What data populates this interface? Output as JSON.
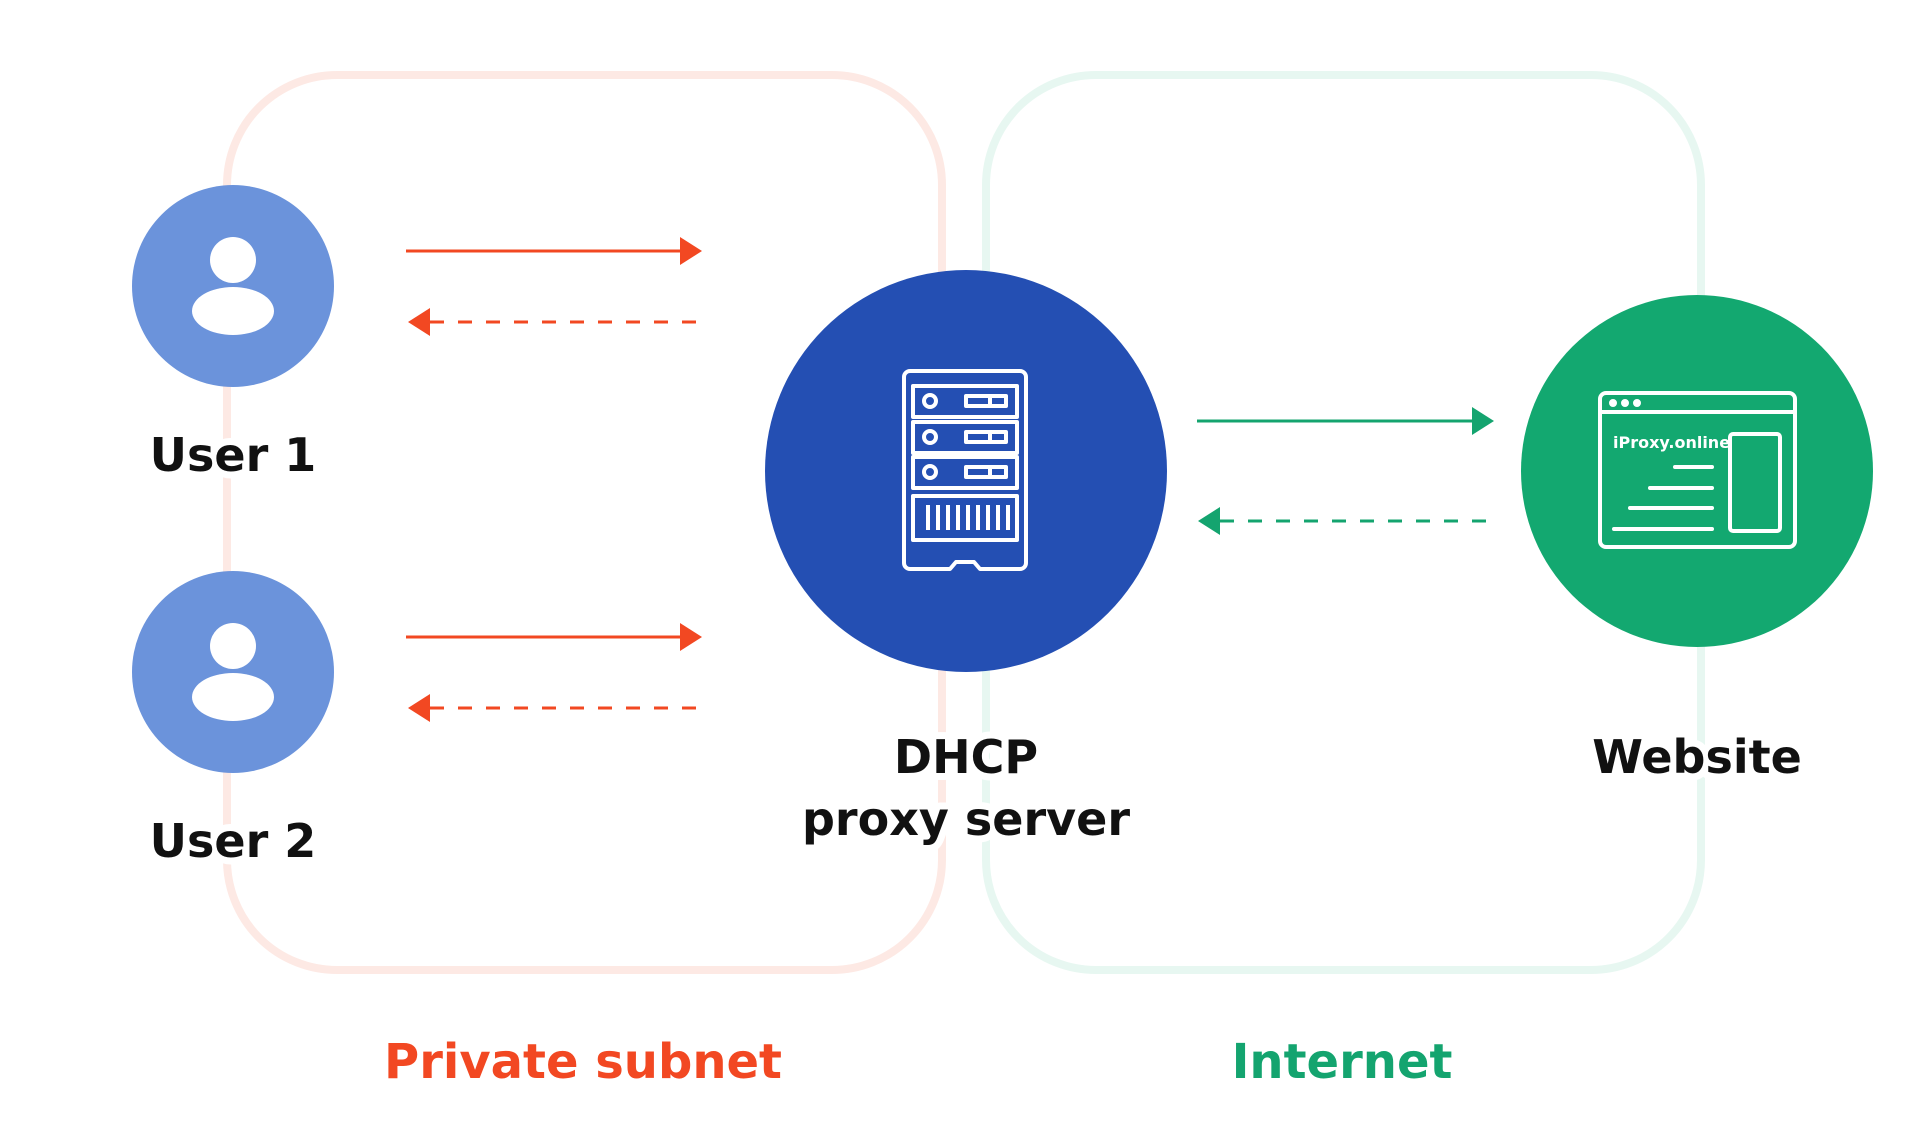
{
  "nodes": {
    "user1": {
      "label": "User 1",
      "icon": "user-icon"
    },
    "user2": {
      "label": "User 2",
      "icon": "user-icon"
    },
    "proxy": {
      "label_line1": "DHCP",
      "label_line2": "proxy server",
      "icon": "server-rack-icon"
    },
    "website": {
      "label": "Website",
      "icon": "browser-window-icon",
      "icon_brand_text": "iProxy.online"
    }
  },
  "zones": {
    "private": {
      "label": "Private subnet"
    },
    "internet": {
      "label": "Internet"
    }
  },
  "colors": {
    "user_fill": "#6b93db",
    "proxy_fill": "#244fb3",
    "website_fill": "#13a870",
    "private_accent": "#f24822",
    "internet_accent": "#14a46f",
    "private_zone_border": "#fde9e4",
    "internet_zone_border": "#e7f7f1",
    "label_text": "#111111"
  }
}
